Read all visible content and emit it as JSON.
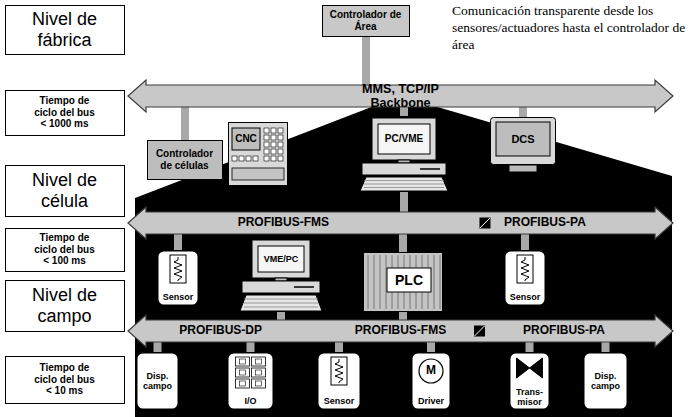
{
  "diagram": {
    "nodes": [
      {
        "text": [
          "Nivel de fábrica"
        ]
      },
      {
        "text": [
          "Controlador de Área"
        ]
      },
      {
        "text": [
          "MMS, TCP/IP Backbone"
        ]
      },
      {
        "text": [
          "Tiempo de ciclo del bus < 1000 ms"
        ]
      },
      {
        "text": [
          "Controlador de células"
        ]
      },
      {
        "text": [
          "CNC"
        ]
      },
      {
        "text": [
          "PC/VME"
        ]
      },
      {
        "text": [
          "DCS"
        ]
      },
      {
        "text": [
          "Nivel de célula"
        ]
      },
      {
        "text": [
          "PROFIBUS-FMS",
          "PROFIBUS-PA"
        ]
      },
      {
        "text": [
          "Tiempo de ciclo del bus < 100 ms"
        ]
      },
      {
        "text": [
          "Sensor"
        ]
      },
      {
        "text": [
          "VME/PC"
        ]
      },
      {
        "text": [
          "PLC"
        ]
      },
      {
        "text": [
          "Sensor"
        ]
      },
      {
        "text": [
          "Nivel de campo"
        ]
      },
      {
        "text": [
          "PROFIBUS-DP",
          "PROFIBUS-FMS",
          "PROFIBUS-PA"
        ]
      },
      {
        "text": [
          "Tiempo de ciclo del bus < 10 ms"
        ]
      },
      {
        "text": [
          "Disp. campo"
        ]
      },
      {
        "text": [
          "I/O"
        ]
      },
      {
        "text": [
          "Sensor"
        ]
      },
      {
        "text": [
          "M",
          "Driver"
        ]
      },
      {
        "text": [
          "Trans- misor"
        ]
      },
      {
        "text": [
          "Disp. campo"
        ]
      }
    ],
    "edges": [
      {
        "from": 1,
        "to": 2,
        "arrow": "none"
      },
      {
        "from": 4,
        "to": 2,
        "arrow": "none"
      },
      {
        "from": 6,
        "to": 2,
        "arrow": "none"
      },
      {
        "from": 7,
        "to": 2,
        "arrow": "none"
      },
      {
        "from": 6,
        "to": 9,
        "arrow": "none"
      },
      {
        "from": 11,
        "to": 9,
        "arrow": "none"
      },
      {
        "from": 13,
        "to": 9,
        "arrow": "none"
      },
      {
        "from": 14,
        "to": 9,
        "arrow": "none"
      },
      {
        "from": 12,
        "to": 16,
        "arrow": "none"
      },
      {
        "from": 13,
        "to": 16,
        "arrow": "none"
      },
      {
        "from": 18,
        "to": 16,
        "arrow": "none"
      },
      {
        "from": 19,
        "to": 16,
        "arrow": "none"
      },
      {
        "from": 20,
        "to": 16,
        "arrow": "none"
      },
      {
        "from": 21,
        "to": 16,
        "arrow": "none"
      },
      {
        "from": 22,
        "to": 16,
        "arrow": "none"
      },
      {
        "from": 23,
        "to": 16,
        "arrow": "none"
      }
    ],
    "labels": [
      "Comunicación transparente desde los sensores/actuadores hasta el controlador de área"
    ]
  }
}
